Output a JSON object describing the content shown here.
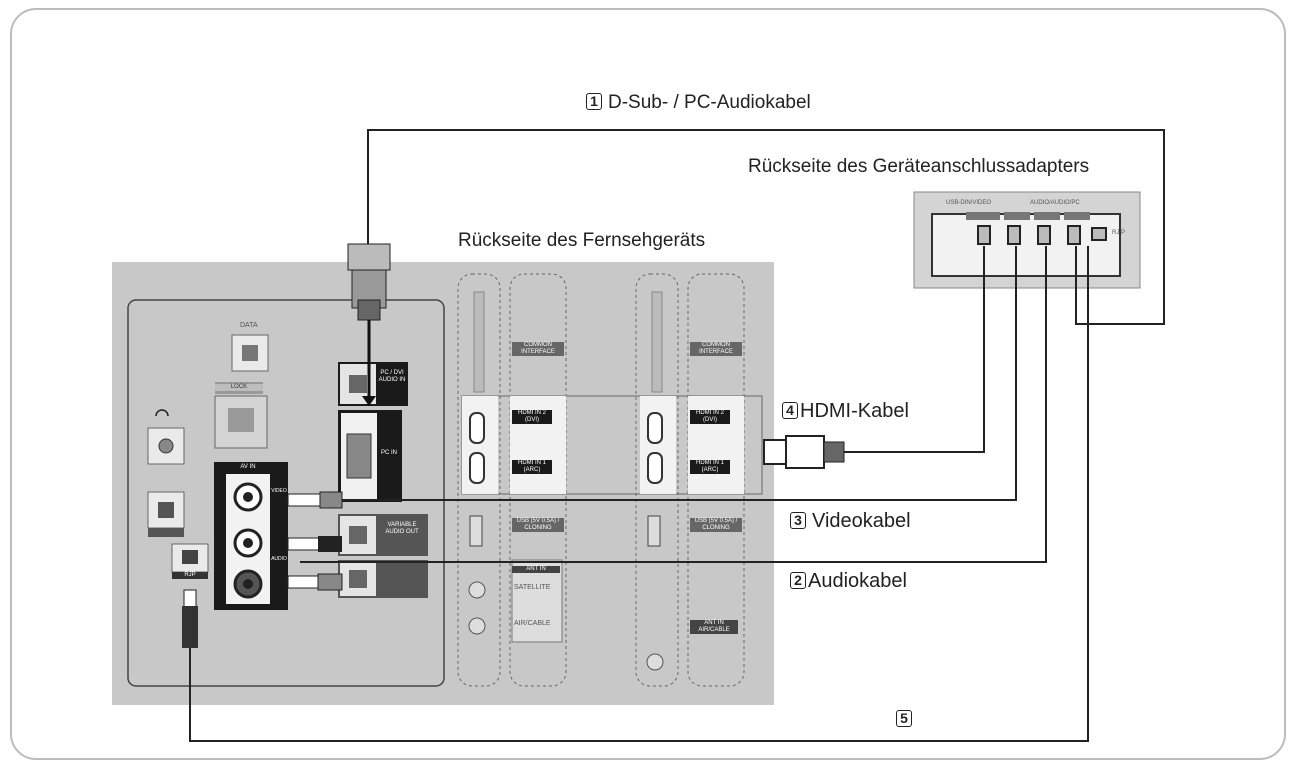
{
  "labels": {
    "cable1_num": "1",
    "cable1_text": "D-Sub- / PC-Audiokabel",
    "adapter_title": "Rückseite des Geräteanschlussadapters",
    "tv_title": "Rückseite des Fernsehgeräts",
    "cable4_num": "4",
    "cable4_text": "HDMI-Kabel",
    "cable3_num": "3",
    "cable3_text": "Videokabel",
    "cable2_num": "2",
    "cable2_text": "Audiokabel",
    "cable5_num": "5"
  },
  "ports": {
    "data": "DATA",
    "lock": "LOCK",
    "av_in": "AV IN",
    "video": "VIDEO",
    "audio": "AUDIO",
    "pc_dvi_audio": "PC / DVI AUDIO IN",
    "pc_in": "PC IN",
    "variable_audio": "VARIABLE AUDIO OUT",
    "rj_p": "RJP",
    "hdmi2_a": "HDMI IN 2 (DVI)",
    "hdmi1_a": "HDMI IN 1 (ARC)",
    "usb_a": "USB (5V 0.5A) / CLONING",
    "common_a": "COMMON INTERFACE",
    "ant_a": "ANT IN",
    "satellite_a": "SATELLITE",
    "air_cable_a": "AIR/CABLE",
    "hdmi2_b": "HDMI IN 2 (DVI)",
    "hdmi1_b": "HDMI IN 1 (ARC)",
    "usb_b": "USB (5V 0.5A) / CLONING",
    "common_b": "COMMON INTERFACE",
    "ant_b": "ANT IN AIR/CABLE",
    "adapter_left": "USB-DIN/VIDEO",
    "adapter_right": "AUDIO/AUDIO/PC",
    "adapter_side": "RJ/P"
  }
}
